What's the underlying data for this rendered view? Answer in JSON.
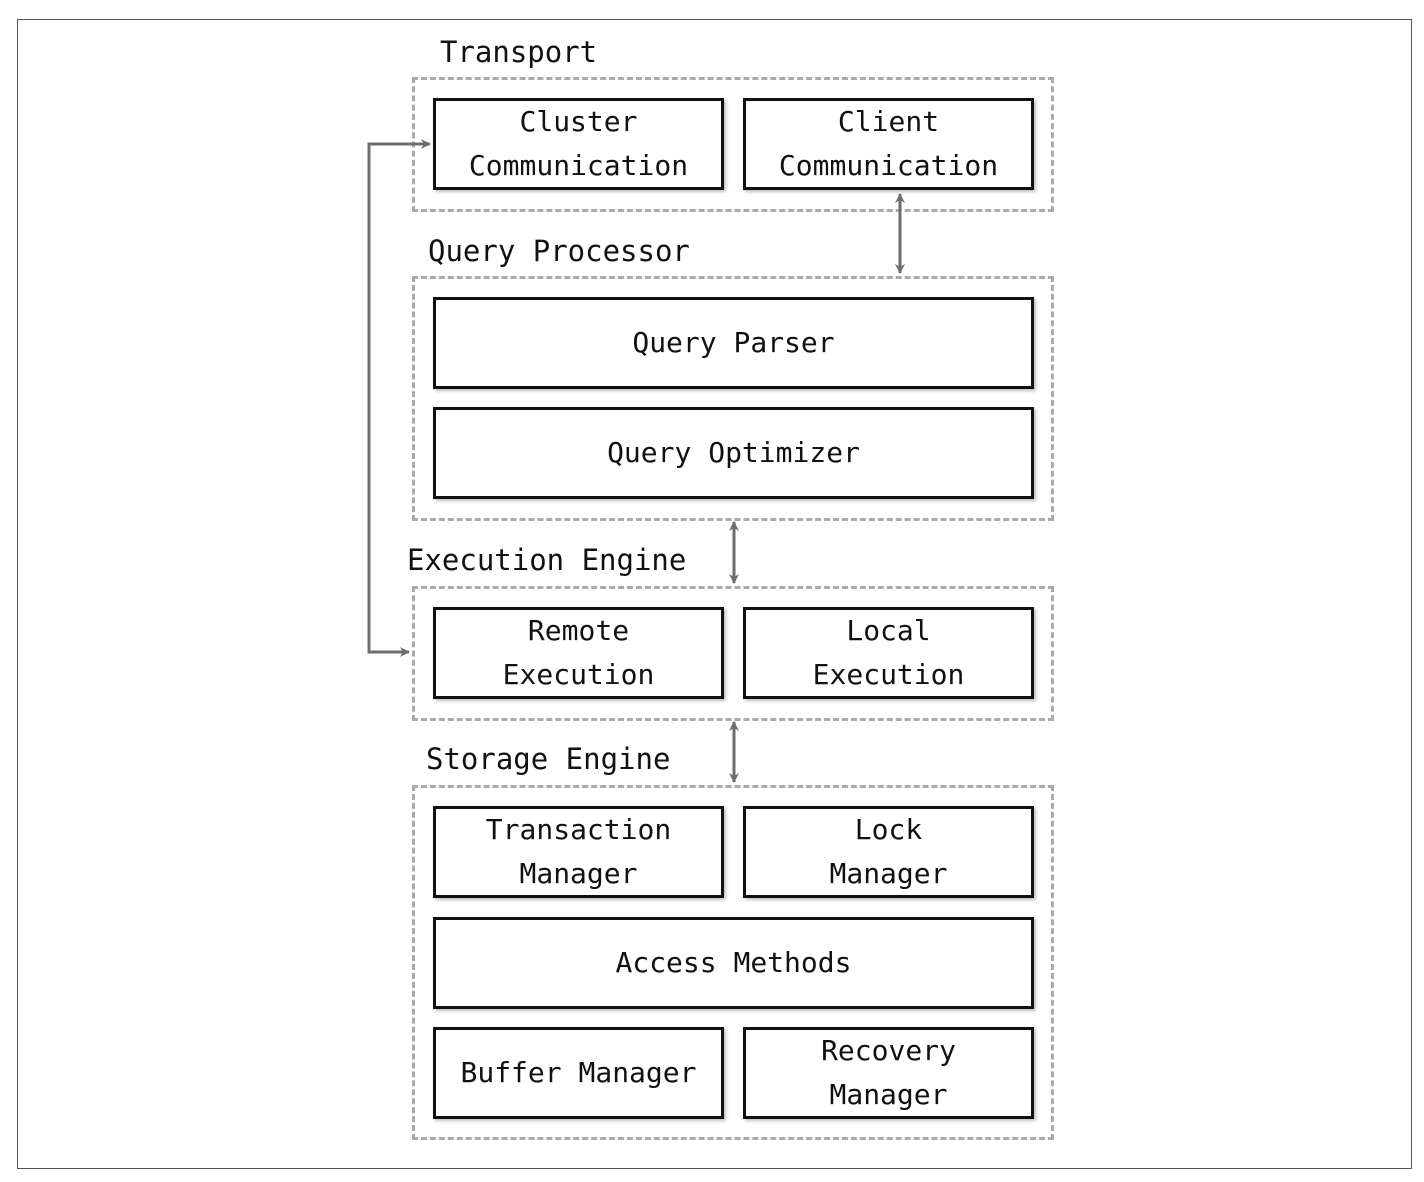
{
  "groups": {
    "transport": {
      "label": "Transport",
      "boxes": {
        "cluster": [
          "Cluster",
          "Communication"
        ],
        "client": [
          "Client",
          "Communication"
        ]
      }
    },
    "query_processor": {
      "label": "Query Processor",
      "boxes": {
        "parser": "Query Parser",
        "optimizer": "Query Optimizer"
      }
    },
    "execution_engine": {
      "label": "Execution Engine",
      "boxes": {
        "remote": [
          "Remote",
          "Execution"
        ],
        "local": [
          "Local",
          "Execution"
        ]
      }
    },
    "storage_engine": {
      "label": "Storage Engine",
      "boxes": {
        "transaction": [
          "Transaction",
          "Manager"
        ],
        "lock": [
          "Lock",
          "Manager"
        ],
        "access": "Access Methods",
        "buffer": "Buffer Manager",
        "recovery": [
          "Recovery",
          "Manager"
        ]
      }
    }
  },
  "colors": {
    "arrow": "#6e6e6e",
    "box_border": "#111111",
    "group_border": "#aaaaaa"
  }
}
